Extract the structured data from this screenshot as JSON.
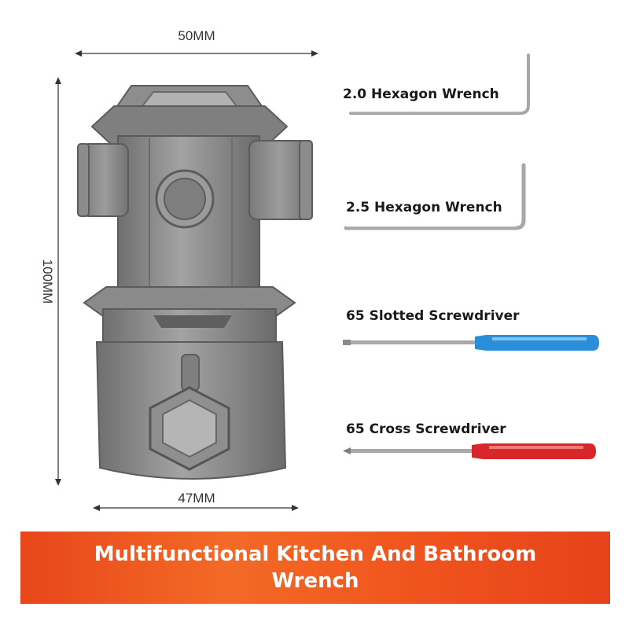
{
  "dimensions": {
    "width_label": "50MM",
    "height_label": "100MM",
    "base_label": "47MM"
  },
  "tools": [
    {
      "label": "2.0 Hexagon Wrench",
      "icon": "hex-key-icon"
    },
    {
      "label": "2.5 Hexagon Wrench",
      "icon": "hex-key-icon"
    },
    {
      "label": "65 Slotted Screwdriver",
      "icon": "slotted-screwdriver-icon",
      "handle_color": "#2a8fd8"
    },
    {
      "label": "65 Cross Screwdriver",
      "icon": "cross-screwdriver-icon",
      "handle_color": "#d8262a"
    }
  ],
  "banner": {
    "text": "Multifunctional Kitchen And Bathroom Wrench",
    "color": "#f05a22"
  },
  "colors": {
    "wrench_body": "#8a8a8a"
  }
}
